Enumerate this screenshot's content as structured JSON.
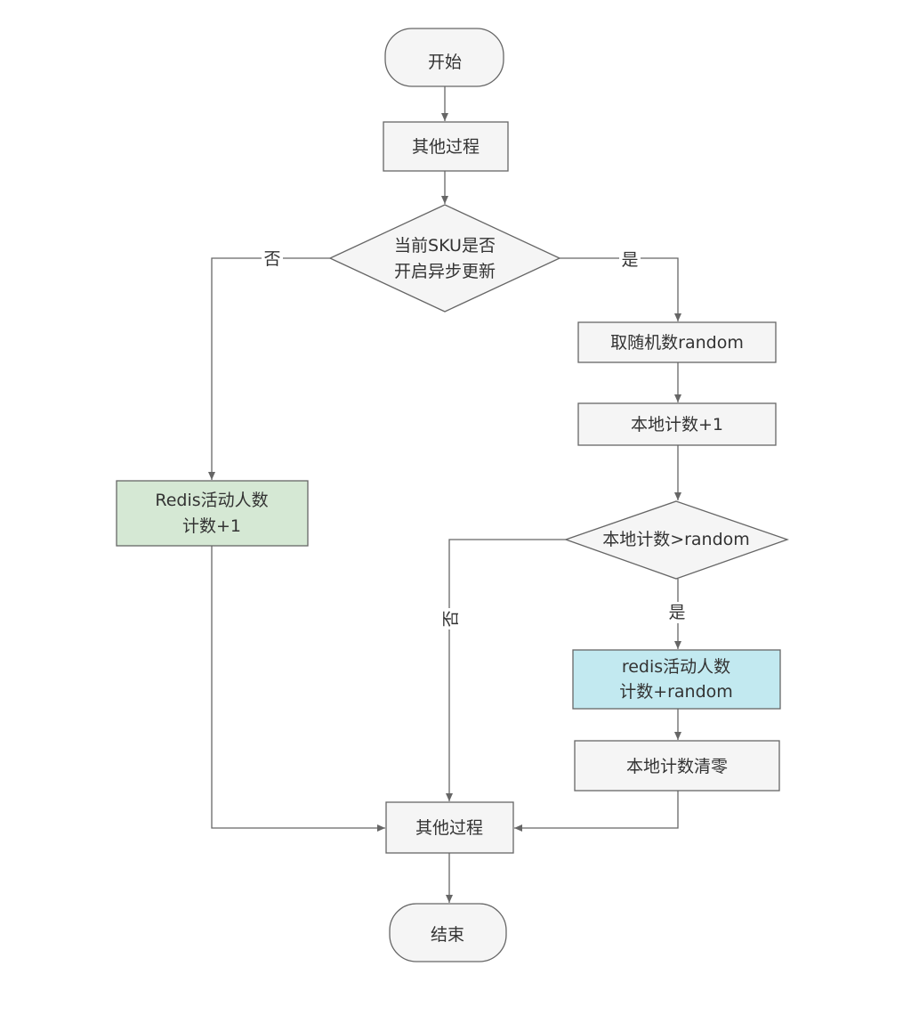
{
  "colors": {
    "default_fill": "#f5f5f5",
    "stroke": "#666666",
    "green_fill": "#d5e8d4",
    "cyan_fill": "#c2e9f0"
  },
  "nodes": {
    "start": "开始",
    "process1": "其他过程",
    "decision1": [
      "当前SKU是否",
      "开启异步更新"
    ],
    "random": "取随机数random",
    "local_inc": "本地计数+1",
    "decision2": "本地计数>random",
    "redis_inc_random": [
      "redis活动人数",
      "计数+random"
    ],
    "local_reset": "本地计数清零",
    "redis_inc_one": [
      "Redis活动人数",
      "计数+1"
    ],
    "process2": "其他过程",
    "end": "结束"
  },
  "edge_labels": {
    "d1_no": "否",
    "d1_yes": "是",
    "d2_no": "否",
    "d2_yes": "是"
  }
}
